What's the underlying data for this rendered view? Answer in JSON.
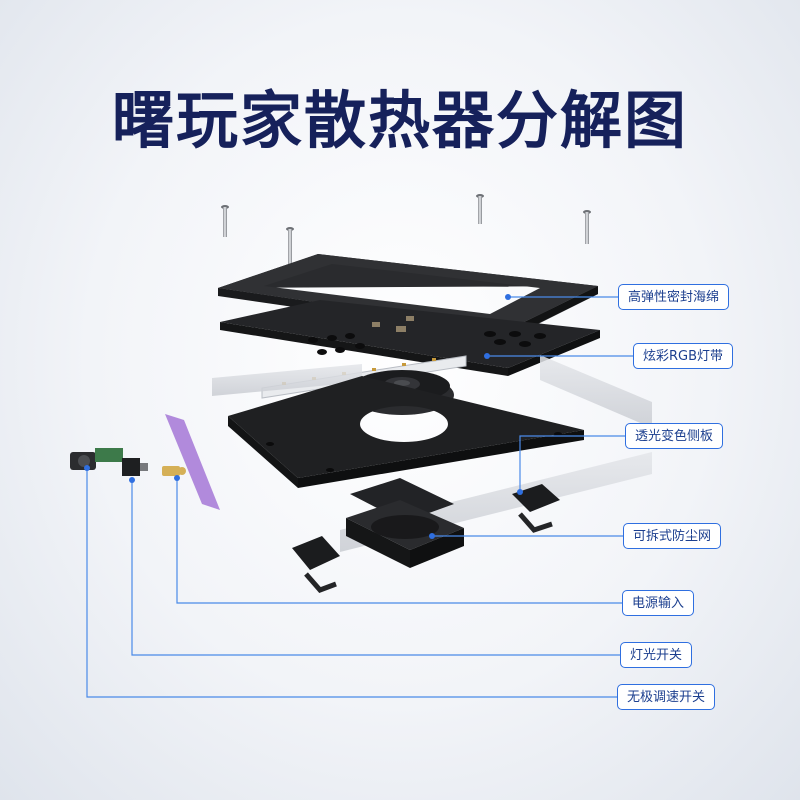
{
  "title": "曙玩家散热器分解图",
  "colors": {
    "title": "#16215b",
    "callout_border": "#2f6fe0",
    "leader_line": "#4a8ae8",
    "panel": "#1d1e20",
    "acrylic": "#d2d5db",
    "purple_panel": "#a477d6"
  },
  "callouts": {
    "gasket": "高弹性密封海绵",
    "rgb": "炫彩RGB灯带",
    "side": "透光变色侧板",
    "filter": "可拆式防尘网",
    "power": "电源输入",
    "light_switch": "灯光开关",
    "speed": "无极调速开关"
  }
}
